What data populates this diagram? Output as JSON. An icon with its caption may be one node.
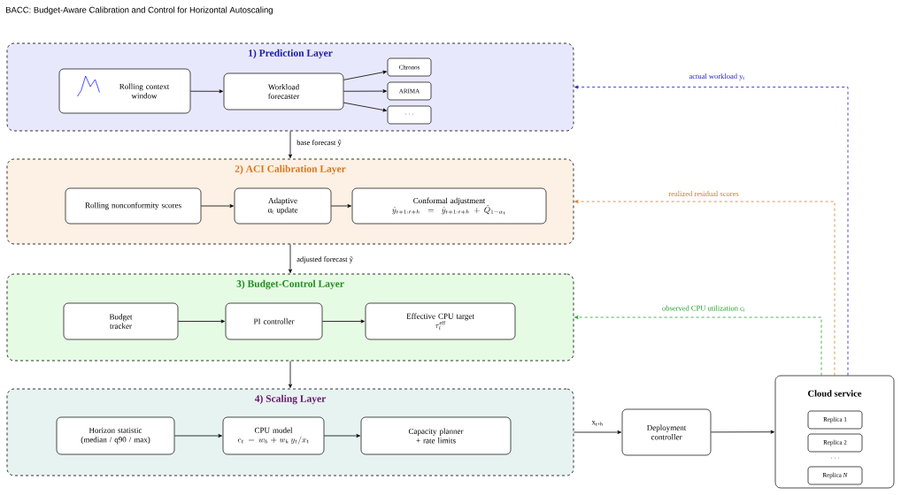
{
  "diagram": {
    "title": "BACC: Budget-Aware Calibration and Control for Horizontal Autoscaling",
    "nodes": [
      {
        "text": [
          "1) Prediction Layer"
        ]
      },
      {
        "text": [
          "Rolling context window"
        ],
        "in": 0
      },
      {
        "text": [
          "Workload forecaster"
        ],
        "in": 0
      },
      {
        "text": [
          "Chronos"
        ],
        "in": 0
      },
      {
        "text": [
          "ARIMA"
        ],
        "in": 0
      },
      {
        "text": [
          "· · ·"
        ],
        "in": 0
      },
      {
        "text": [
          "2) ACI Calibration Layer"
        ]
      },
      {
        "text": [
          "Rolling nonconformity scores"
        ],
        "in": 6
      },
      {
        "text": [
          "Adaptive α$_{t}$ update"
        ],
        "in": 6
      },
      {
        "text": [
          "Conformal adjustment",
          "\\tilde{y}_{t+1:t+h} = \\hat{y}_{t+1:t+h} + \\hat{Q}_{1-\\alpha_t}"
        ],
        "in": 6
      },
      {
        "text": [
          "3) Budget-Control Layer"
        ]
      },
      {
        "text": [
          "Budget tracker"
        ],
        "in": 10
      },
      {
        "text": [
          "PI controller"
        ],
        "in": 10
      },
      {
        "text": [
          "Effective CPU target",
          "\\tau_t^{\\mathrm{eff}}"
        ],
        "in": 10
      },
      {
        "text": [
          "4) Scaling Layer"
        ]
      },
      {
        "text": [
          "Horizon statistic (median / q90 / max)"
        ],
        "in": 14
      },
      {
        "text": [
          "CPU model",
          "c_t = w_b + w_k\\, y_t / x_t"
        ],
        "in": 14
      },
      {
        "text": [
          "Capacity planner + rate limits"
        ],
        "in": 14
      },
      {
        "text": [
          "Deployment controller"
        ]
      },
      {
        "text": [
          "Cloud service"
        ]
      },
      {
        "text": [
          "Replica 1"
        ],
        "in": 19
      },
      {
        "text": [
          "Replica 2"
        ],
        "in": 19
      },
      {
        "text": [
          "Replica *N*"
        ],
        "in": 19
      }
    ],
    "edges": [
      {
        "from": 1,
        "to": 2,
        "arrow": "to"
      },
      {
        "from": 2,
        "to": 3,
        "arrow": "to"
      },
      {
        "from": 2,
        "to": 4,
        "arrow": "to"
      },
      {
        "from": 2,
        "to": 5,
        "arrow": "to"
      },
      {
        "from": 0,
        "to": 6,
        "arrow": "to",
        "label": "base forecast ŷ"
      },
      {
        "from": 7,
        "to": 8,
        "arrow": "to"
      },
      {
        "from": 8,
        "to": 9,
        "arrow": "to"
      },
      {
        "from": 6,
        "to": 10,
        "arrow": "to",
        "label": "adjusted forecast ỹ"
      },
      {
        "from": 11,
        "to": 12,
        "arrow": "to"
      },
      {
        "from": 12,
        "to": 13,
        "arrow": "to"
      },
      {
        "from": 10,
        "to": 14,
        "arrow": "to"
      },
      {
        "from": 15,
        "to": 16,
        "arrow": "to"
      },
      {
        "from": 16,
        "to": 17,
        "arrow": "to"
      },
      {
        "from": 14,
        "to": 18,
        "arrow": "to",
        "label": "x$_{t+h}$"
      },
      {
        "from": 18,
        "to": 19,
        "arrow": "to"
      },
      {
        "from": 19,
        "to": 0,
        "arrow": "to",
        "style": "dashed",
        "color": "#1a1acc",
        "label": "actual workload y$_{t}$"
      },
      {
        "from": 19,
        "to": 6,
        "arrow": "to",
        "style": "dashed",
        "color": "#d2781e",
        "label": "realized residual scores"
      },
      {
        "from": 19,
        "to": 10,
        "arrow": "to",
        "style": "dashed",
        "color": "#22a022",
        "label": "observed CPU utilization c$_{t}$"
      }
    ],
    "labels": [
      "· · ·"
    ]
  }
}
